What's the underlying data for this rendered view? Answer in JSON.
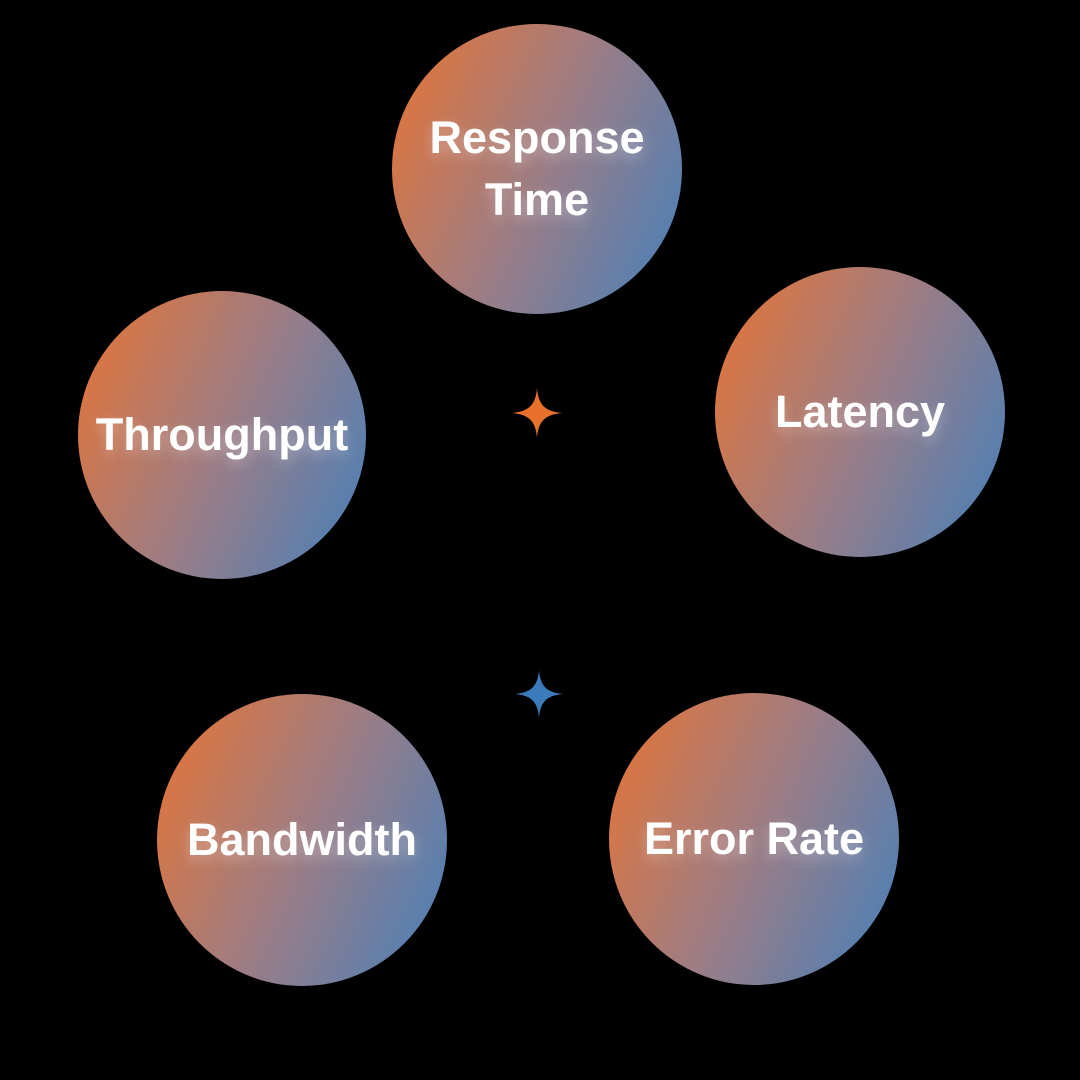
{
  "canvas": {
    "background_color": "#000000"
  },
  "colors": {
    "gradient_start": "#EA7431",
    "gradient_mid": "#9A7D87",
    "gradient_end": "#4380BC",
    "label_text": "#FFFFFF",
    "sparkle_orange": "#E8722B",
    "sparkle_blue": "#3B7ABB"
  },
  "diagram": {
    "nodes": [
      {
        "id": "response-time",
        "label": "Response Time",
        "lines": [
          "Response",
          "Time"
        ]
      },
      {
        "id": "throughput",
        "label": "Throughput"
      },
      {
        "id": "latency",
        "label": "Latency"
      },
      {
        "id": "bandwidth",
        "label": "Bandwidth"
      },
      {
        "id": "error-rate",
        "label": "Error Rate"
      }
    ],
    "decorations": [
      {
        "id": "sparkle-orange",
        "shape": "four-point-star",
        "color": "#E8722B"
      },
      {
        "id": "sparkle-blue",
        "shape": "four-point-star",
        "color": "#3B7ABB"
      }
    ]
  }
}
